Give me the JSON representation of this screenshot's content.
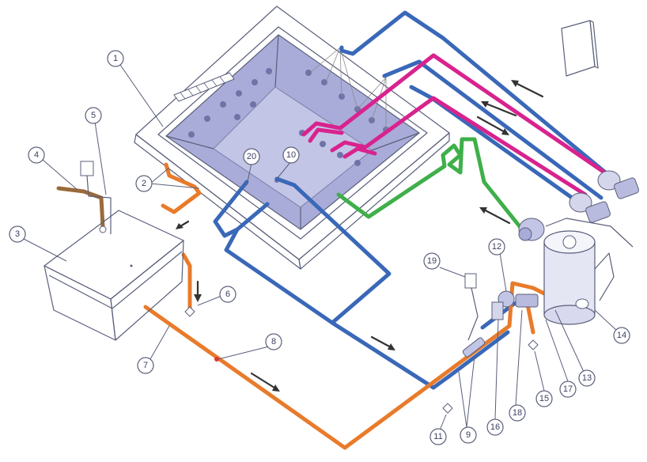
{
  "colors": {
    "return_pipe": "#3a68b8",
    "massage_pipe": "#d8238e",
    "air_pipe": "#3faf4a",
    "overflow_pipe": "#e87b2b",
    "outline": "#5a5f7a",
    "basin_fill": "#a9acd8"
  },
  "callouts": [
    {
      "id": "c1",
      "number": "1"
    },
    {
      "id": "c2",
      "number": "2"
    },
    {
      "id": "c3",
      "number": "3"
    },
    {
      "id": "c4",
      "number": "4"
    },
    {
      "id": "c5",
      "number": "5"
    },
    {
      "id": "c6",
      "number": "6"
    },
    {
      "id": "c7",
      "number": "7"
    },
    {
      "id": "c8",
      "number": "8"
    },
    {
      "id": "c9",
      "number": "9"
    },
    {
      "id": "c10",
      "number": "10"
    },
    {
      "id": "c11",
      "number": "11"
    },
    {
      "id": "c12",
      "number": "12"
    },
    {
      "id": "c13",
      "number": "13"
    },
    {
      "id": "c14",
      "number": "14"
    },
    {
      "id": "c15",
      "number": "15"
    },
    {
      "id": "c16",
      "number": "16"
    },
    {
      "id": "c17",
      "number": "17"
    },
    {
      "id": "c18",
      "number": "18"
    },
    {
      "id": "c19",
      "number": "19"
    },
    {
      "id": "c20",
      "number": "20"
    }
  ]
}
